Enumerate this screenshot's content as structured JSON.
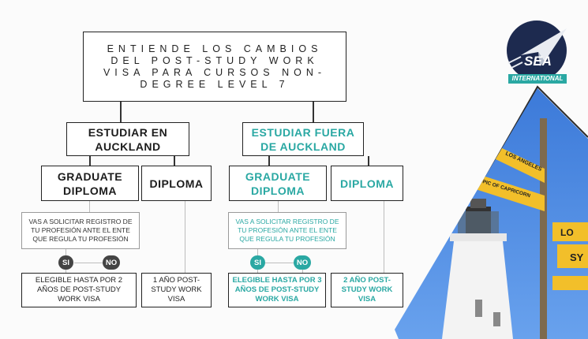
{
  "title": "ENTIENDE LOS CAMBIOS DEL POST-STUDY WORK VISA PARA CURSOS NON-DEGREE LEVEL 7",
  "left": {
    "heading": "ESTUDIAR EN AUCKLAND",
    "graduate": "GRADUATE DIPLOMA",
    "diploma": "DIPLOMA",
    "note": "VAS A SOLICITAR REGISTRO DE TU PROFESIÓN ANTE EL ENTE QUE REGULA TU PROFESIÓN",
    "si": "SI",
    "no": "NO",
    "result_graduate": "ELEGIBLE HASTA POR 2 AÑOS DE POST-STUDY WORK VISA",
    "result_diploma": "1 AÑO POST-STUDY WORK VISA"
  },
  "right": {
    "heading": "ESTUDIAR FUERA DE AUCKLAND",
    "graduate": "GRADUATE DIPLOMA",
    "diploma": "DIPLOMA",
    "note": "VAS A SOLICITAR REGISTRO DE TU PROFESIÓN ANTE EL ENTE QUE REGULA TU PROFESIÓN",
    "si": "SI",
    "no": "NO",
    "result_graduate": "ELEGIBLE HASTA POR 3 AÑOS DE POST-STUDY WORK VISA",
    "result_diploma": "2 AÑO POST-STUDY WORK VISA"
  },
  "logo": {
    "line1": "SEA",
    "line2": "INTERNATIONAL"
  },
  "signs": {
    "sign1": "LOS ANGELES",
    "sign2": "TROPIC OF CAPRICORN",
    "sign3": "LO",
    "sign4": "SY"
  },
  "colors": {
    "teal": "#2aa8a3",
    "dark": "#222222",
    "navy": "#1d2a4f"
  }
}
